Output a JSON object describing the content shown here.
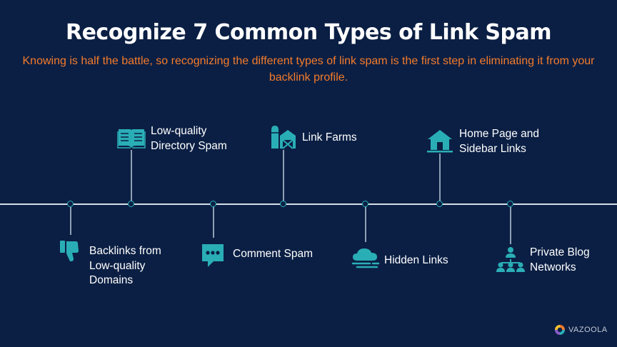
{
  "header": {
    "title": "Recognize 7 Common Types of Link Spam",
    "subtitle": "Knowing is half the battle, so recognizing the different types of link spam is the first step in eliminating it from your backlink profile."
  },
  "colors": {
    "background": "#0b1f44",
    "accent": "#2aaeb6",
    "subtitle": "#f47b2a"
  },
  "items": [
    {
      "label_lines": [
        "Backlinks from",
        "Low-quality",
        "Domains"
      ],
      "icon": "thumbs-down-icon"
    },
    {
      "label_lines": [
        "Low-quality",
        "Directory Spam"
      ],
      "icon": "open-book-icon"
    },
    {
      "label_lines": [
        "Comment Spam"
      ],
      "icon": "chat-bubble-icon"
    },
    {
      "label_lines": [
        "Link Farms"
      ],
      "icon": "farm-barn-icon"
    },
    {
      "label_lines": [
        "Hidden Links"
      ],
      "icon": "cloud-wind-icon"
    },
    {
      "label_lines": [
        "Home Page and",
        "Sidebar Links"
      ],
      "icon": "house-icon"
    },
    {
      "label_lines": [
        "Private Blog",
        "Networks"
      ],
      "icon": "network-people-icon"
    }
  ],
  "logo": {
    "text": "VAZOOLA"
  }
}
